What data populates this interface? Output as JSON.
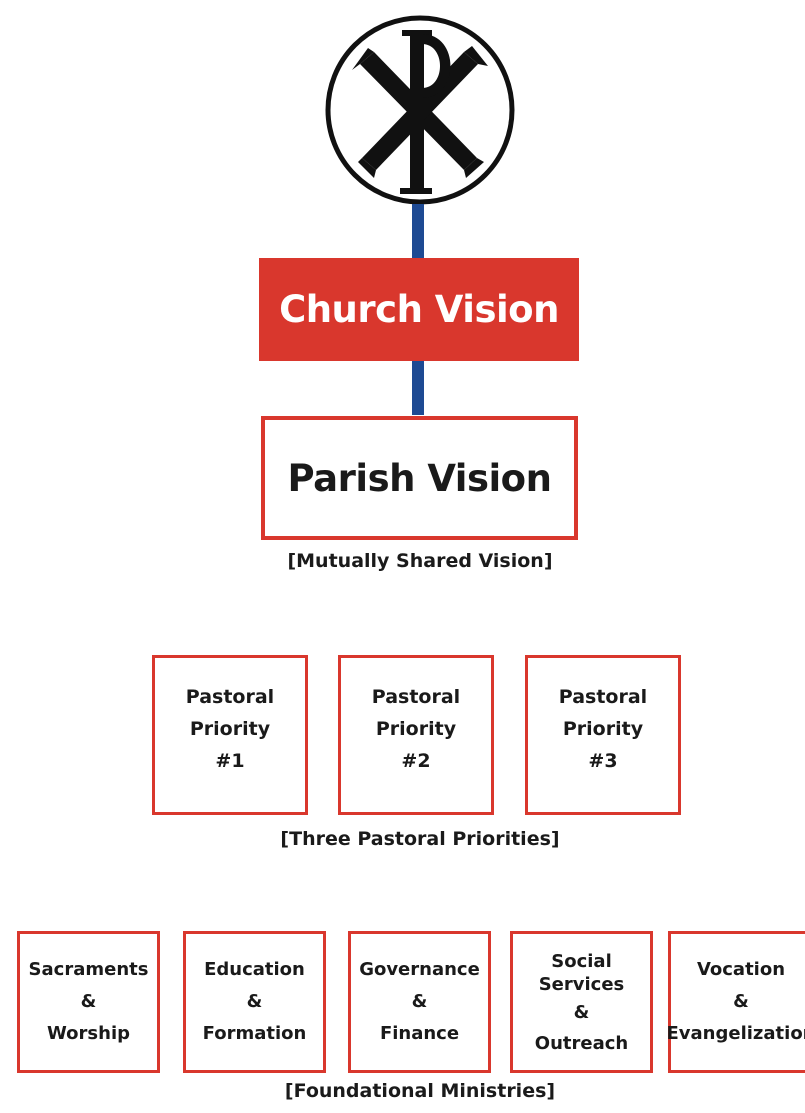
{
  "emblem": {
    "icon": "chi-rho-icon"
  },
  "church_vision": {
    "label": "Church Vision"
  },
  "parish_vision": {
    "label": "Parish Vision",
    "caption": "[Mutually Shared Vision]"
  },
  "pastoral_priorities": {
    "items": [
      {
        "line1": "Pastoral",
        "line2": "Priority",
        "line3": "#1"
      },
      {
        "line1": "Pastoral",
        "line2": "Priority",
        "line3": "#2"
      },
      {
        "line1": "Pastoral",
        "line2": "Priority",
        "line3": "#3"
      }
    ],
    "caption": "[Three  Pastoral  Priorities]"
  },
  "foundational_ministries": {
    "items": [
      {
        "line1": "Sacraments",
        "amp": "&",
        "line2": "Worship"
      },
      {
        "line1": "Education",
        "amp": "&",
        "line2": "Formation"
      },
      {
        "line1": "Governance",
        "amp": "&",
        "line2": "Finance"
      },
      {
        "line1": "Social",
        "line1b": "Services",
        "amp": "&",
        "line2": "Outreach"
      },
      {
        "line1": "Vocation",
        "amp": "&",
        "line2": "Evangelization"
      }
    ],
    "caption": "[Foundational  Ministries]"
  },
  "colors": {
    "accent_red": "#d9372d",
    "connector_blue": "#1e4a93",
    "text_dark": "#1a1a1a",
    "background": "#ffffff"
  }
}
